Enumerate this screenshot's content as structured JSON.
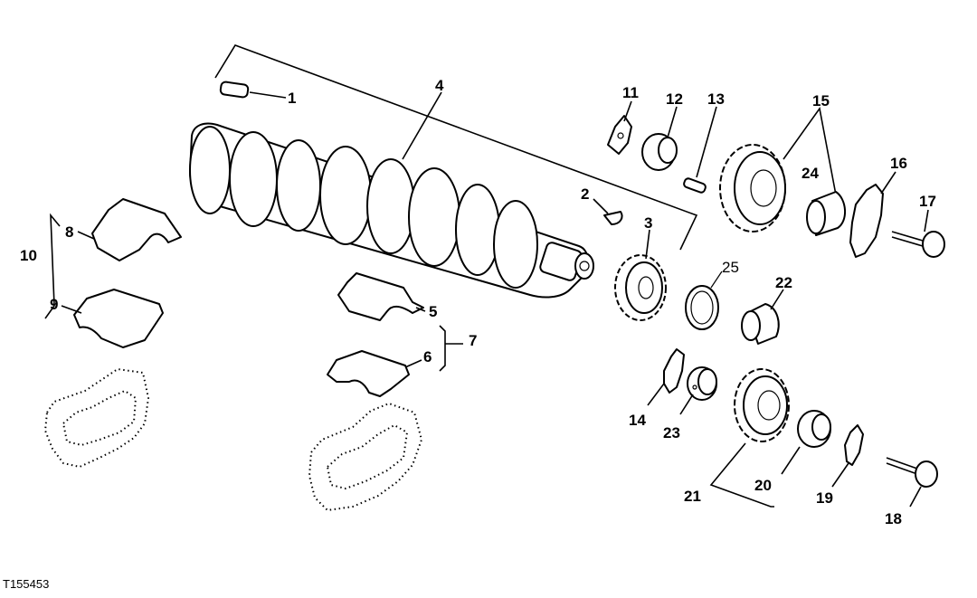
{
  "figure_id": "T155453",
  "callouts": [
    "1",
    "2",
    "3",
    "4",
    "5",
    "6",
    "7",
    "8",
    "9",
    "10",
    "11",
    "12",
    "13",
    "14",
    "15",
    "16",
    "17",
    "18",
    "19",
    "20",
    "21",
    "22",
    "23",
    "24",
    "25"
  ]
}
